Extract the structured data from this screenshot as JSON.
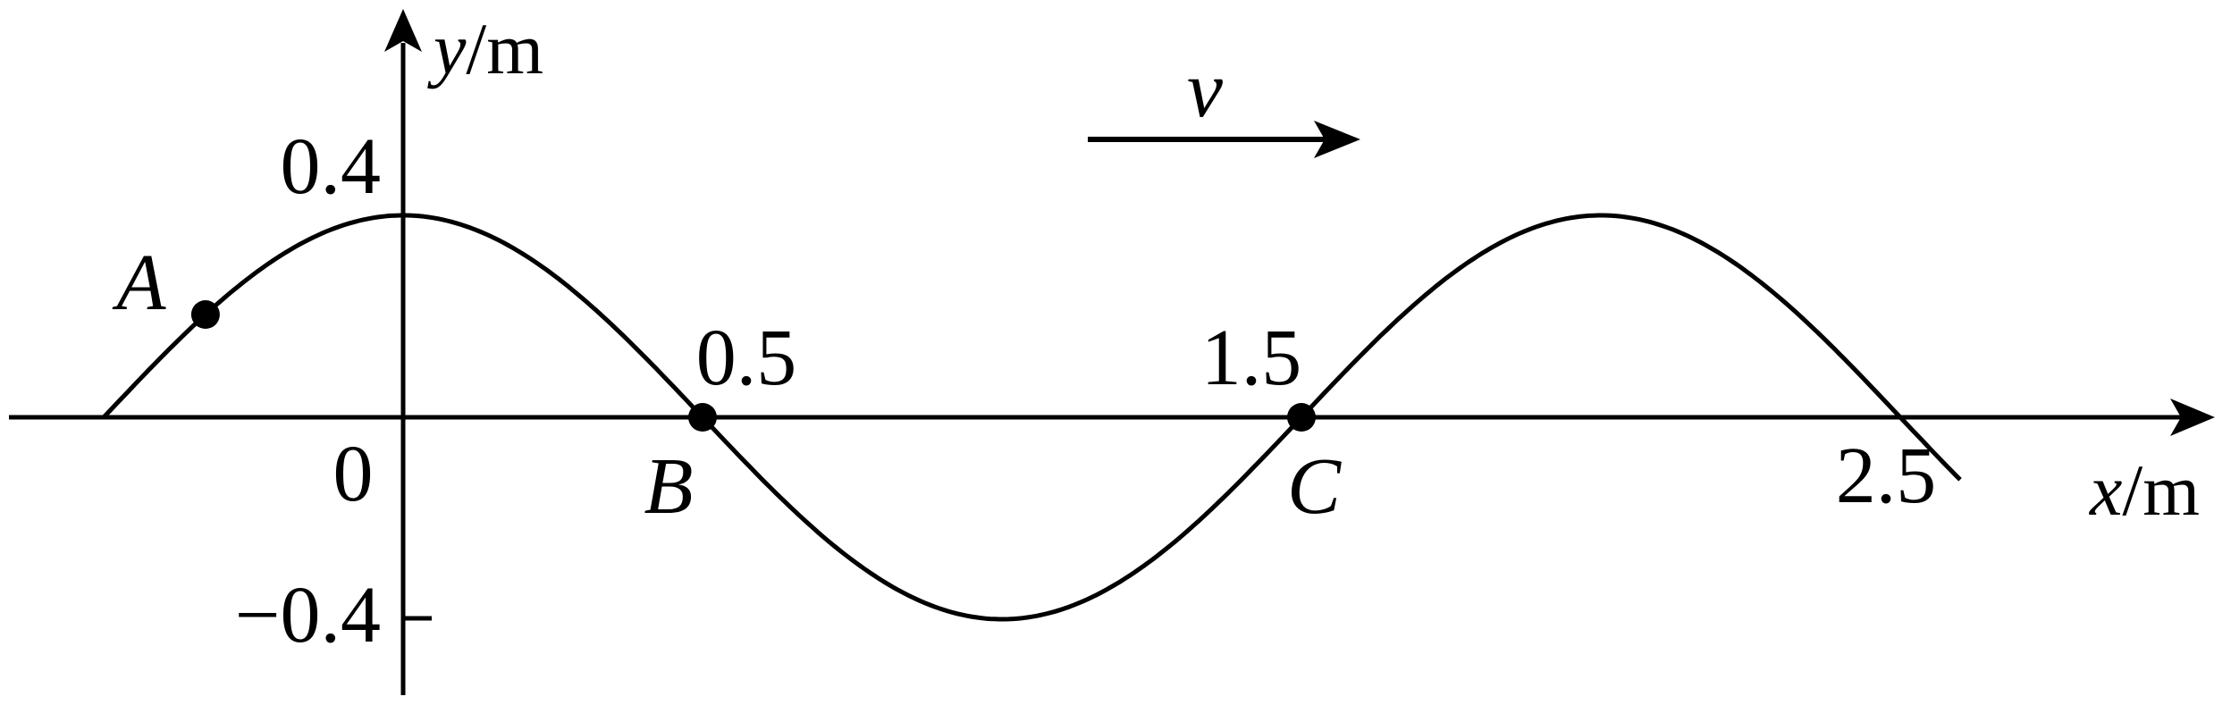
{
  "colors": {
    "ink": "#000000",
    "background": "#ffffff"
  },
  "axes": {
    "y_label_var": "y",
    "y_label_unit": "/m",
    "x_label_var": "x",
    "x_label_unit": "/m",
    "origin_label": "0"
  },
  "y_ticks": {
    "top": "0.4",
    "bottom": "−0.4"
  },
  "x_ticks": {
    "a": "0.5",
    "b": "1.5",
    "c": "2.5"
  },
  "points": {
    "A": "A",
    "B": "B",
    "C": "C"
  },
  "velocity": {
    "label": "v",
    "direction": "right"
  },
  "wave": {
    "amplitude_m": 0.4,
    "wavelength_m": 2.0,
    "x_range_m": [
      -0.5,
      2.6
    ],
    "point_positions_m": {
      "A": -0.33,
      "B": 0.5,
      "C": 1.5
    }
  }
}
